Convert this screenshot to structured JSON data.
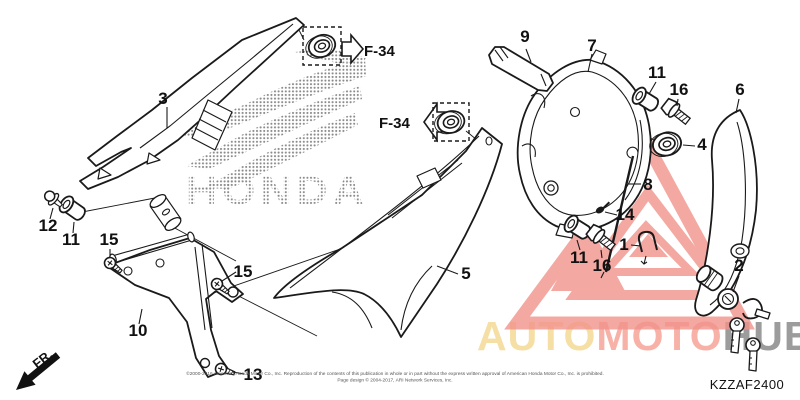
{
  "brand": {
    "seg_auto": "AUTO",
    "seg_moto": "MOTO",
    "seg_hub": "HUB",
    "color_auto": "#F5DFA4",
    "color_moto": "#F8B1A7",
    "color_hub": "#9C9C9C",
    "triangle_color": "#F2938B"
  },
  "watermark": {
    "honda_text": "HONDA",
    "halftone_color": "#8A8A8A"
  },
  "refs": {
    "f34_top": "F-34",
    "f34_mid": "F-34"
  },
  "callouts": [
    "3",
    "9",
    "7",
    "11",
    "16",
    "4",
    "6",
    "8",
    "14",
    "11",
    "16",
    "1",
    "2",
    "5",
    "12",
    "11",
    "15",
    "15",
    "10",
    "13"
  ],
  "fr_indicator": "FR.",
  "diagram_code": "KZZAF2400",
  "footer": {
    "line1": "©2000-2016 American Honda Motor Co., Inc. Reproduction of the contents of this publication in whole or in part without the express written approval of American Honda Motor Co., Inc. is prohibited.",
    "line2": "Page design © 2004-2017, ARI Network Services, Inc."
  }
}
